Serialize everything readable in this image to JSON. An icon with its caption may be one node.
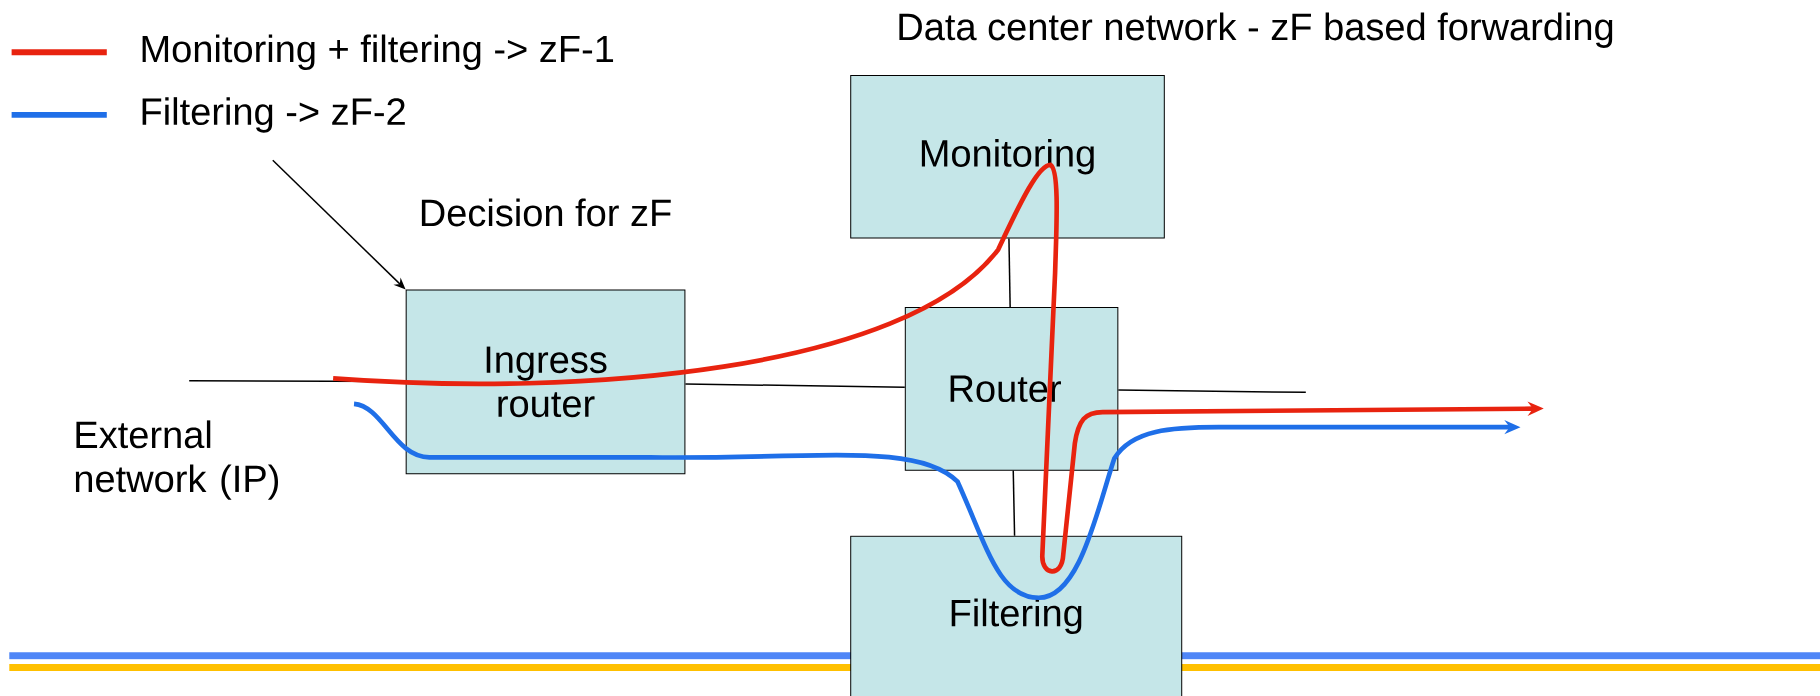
{
  "diagram": {
    "title": "Data center network - zF based forwarding",
    "nodes": [
      {
        "text": [
          "Monitoring"
        ]
      },
      {
        "text": [
          "Ingress router"
        ]
      },
      {
        "text": [
          "Router"
        ]
      },
      {
        "text": [
          "Filtering"
        ]
      }
    ],
    "edges": [
      {
        "from": null,
        "to": 1,
        "arrow": "none"
      },
      {
        "from": 1,
        "to": 2,
        "arrow": "none"
      },
      {
        "from": 2,
        "to": null,
        "arrow": "none"
      },
      {
        "from": 0,
        "to": 2,
        "arrow": "none"
      },
      {
        "from": 2,
        "to": 3,
        "arrow": "none"
      },
      {
        "from": null,
        "to": 1,
        "arrow": "to",
        "label": "Decision for zF"
      }
    ],
    "labels": [
      "External network (IP)"
    ],
    "legend": [
      {
        "text": "Monitoring + filtering -> zF-1"
      },
      {
        "text": "Filtering -> zF-2"
      }
    ]
  }
}
